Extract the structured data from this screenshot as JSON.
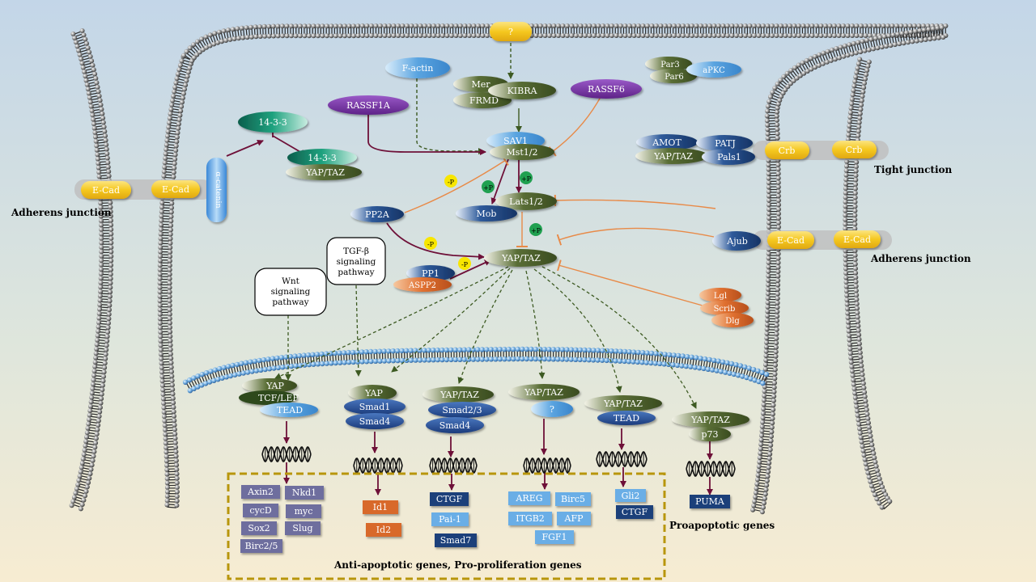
{
  "labels": {
    "unknown_top": "?",
    "f_actin": "F-actin",
    "mer": "Mer",
    "kibra": "KIBRA",
    "frmd": "FRMD",
    "rassf6": "RASSF6",
    "par3": "Par3",
    "par6": "Par6",
    "apkc": "aPKC",
    "rassf1a": "RASSF1A",
    "s1433_free": "14-3-3",
    "s1433_bound": "14-3-3",
    "yaptaz_bound": "YAP/TAZ",
    "sav1": "SAV1",
    "mst12": "Mst1/2",
    "lats12": "Lats1/2",
    "mob": "Mob",
    "pp2a": "PP2A",
    "amot": "AMOT",
    "yaptaz_amot": "YAP/TAZ",
    "patj": "PATJ",
    "pals1": "Pals1",
    "crb_left": "Crb",
    "crb_right": "Crb",
    "tight_junction": "Tight junction",
    "ecad_far_left": "E-Cad",
    "ecad_left": "E-Cad",
    "alpha_catenin": "α-catenin",
    "adherens_left": "Adherens junction",
    "ajub": "Ajub",
    "ecad_mid_right": "E-Cad",
    "ecad_far_right": "E-Cad",
    "adherens_right": "Adherens junction",
    "yaptaz_center": "YAP/TAZ",
    "pp1": "PP1",
    "aspp2": "ASPP2",
    "tgfb_box": [
      "TGF-β",
      "signaling",
      "pathway"
    ],
    "wnt_box": [
      "Wnt",
      "signaling",
      "pathway"
    ],
    "lgl": "Lgl",
    "scrib": "Scrib",
    "dlg": "Dlg",
    "p_symbol": "-P",
    "plus_p": "+P",
    "n1_yap": "YAP",
    "n1_tcf": "TCF/LEF",
    "n1_tead": "TEAD",
    "n2_yap": "YAP",
    "n2_smad1": "Smad1",
    "n2_smad4": "Smad4",
    "n3_yaptaz": "YAP/TAZ",
    "n3_smad23": "Smad2/3",
    "n3_smad4": "Smad4",
    "n4_yaptaz": "YAP/TAZ",
    "n4_unknown": "?",
    "n5_yaptaz": "YAP/TAZ",
    "n5_tead": "TEAD",
    "n6_yaptaz": "YAP/TAZ",
    "n6_p73": "p73",
    "genes1": [
      "Axin2",
      "Nkd1",
      "cycD",
      "myc",
      "Sox2",
      "Slug",
      "Birc2/5"
    ],
    "genes2": [
      "Id1",
      "Id2"
    ],
    "genes3": [
      "CTGF",
      "Pai-1",
      "Smad7"
    ],
    "genes4": [
      "AREG",
      "Birc5",
      "ITGB2",
      "AFP",
      "FGF1"
    ],
    "genes5": [
      "Gli2",
      "CTGF"
    ],
    "genes6": [
      "PUMA"
    ],
    "anti_apoptotic": "Anti-apoptotic genes, Pro-proliferation genes",
    "proapoptotic": "Proapoptotic genes"
  },
  "colors": {
    "dark_green": "#4a5e2c",
    "light_blue": "#5aa4e0",
    "purple": "#7a35a8",
    "teal": "#15806a",
    "yellow": "#f5c820",
    "navy": "#1c3f7a",
    "orange": "#d8692a",
    "arrow_maroon": "#6e1038",
    "inhibit_orange": "#e88a48",
    "dashed_green": "#3d5a22",
    "gene_purple": "#6e6e9e",
    "border_gold": "#b8960c"
  }
}
